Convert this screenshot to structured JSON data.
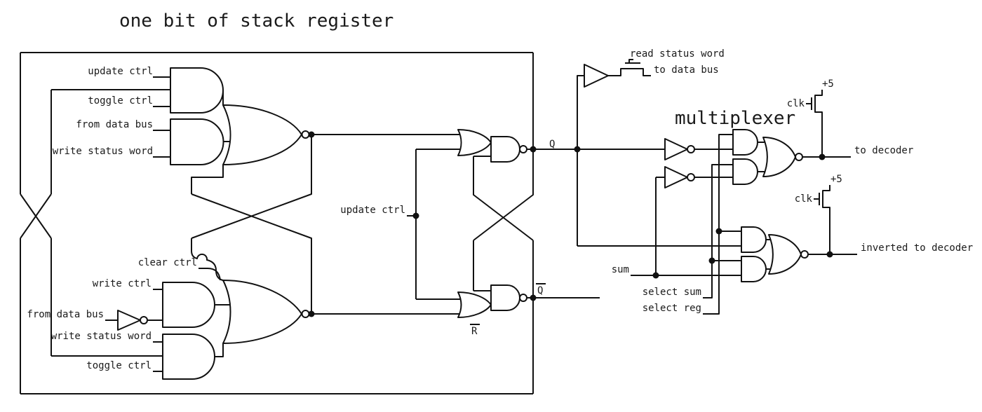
{
  "title": "one bit of stack register",
  "colors": {
    "ink": "#111111",
    "background": "#ffffff"
  },
  "register_inputs": {
    "update_ctrl": "update ctrl",
    "toggle_ctrl": "toggle ctrl",
    "from_data_bus": "from data bus",
    "write_status_word": "write status word",
    "clear_ctrl": "clear ctrl",
    "write_ctrl": "write ctrl",
    "from_data_bus_lower": "from data bus",
    "write_status_word_lower": "write status word",
    "toggle_ctrl_lower": "toggle ctrl"
  },
  "latch": {
    "update_ctrl": "update ctrl",
    "q_label": "Q",
    "q_bar_label": "Q",
    "r_bar_label": "R"
  },
  "readout": {
    "read_status_word": "read status word",
    "to_data_bus": "to data bus"
  },
  "multiplexer": {
    "heading": "multiplexer",
    "sum": "sum",
    "select_sum": "select sum",
    "select_reg": "select reg",
    "to_decoder": "to decoder",
    "inverted_to_decoder": "inverted to decoder",
    "clk_upper": "clk",
    "plus5_upper": "+5",
    "clk_lower": "clk",
    "plus5_lower": "+5"
  }
}
